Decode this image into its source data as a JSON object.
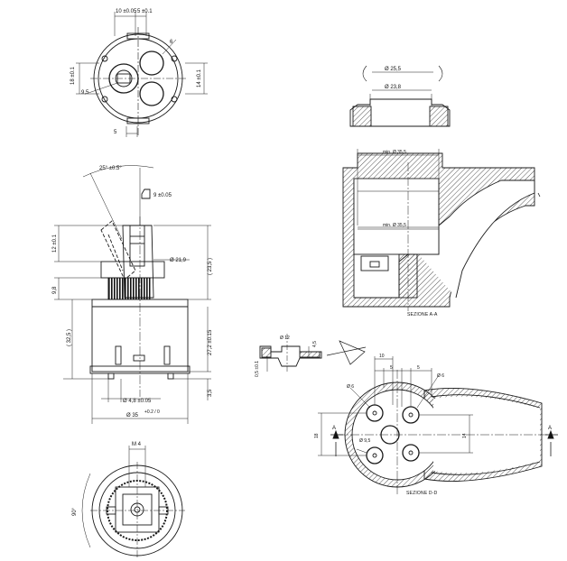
{
  "dims": {
    "top_w10": "10 ±0.05",
    "top_w5": "5 ±0.1",
    "top_r6": "6",
    "top_h18": "18 ±0.1",
    "top_r95": "9,5",
    "top_h14": "14 ±0.1",
    "top_b5": "5",
    "angle": "25° ±0.5°",
    "stem9": "9 ±0.05",
    "h12": "12 ±0.1",
    "d219": "Ø 21,9",
    "h235": "( 23,5 )",
    "h98": "9,8",
    "h325": "( 32,5 )",
    "h272": "27,2 ±0.15",
    "d48": "Ø 4,8 ±0.05",
    "h35": "3,5",
    "d35": "Ø 35",
    "d35tol": "+0.2 / 0",
    "m4": "M 4",
    "a90": "90°",
    "ring_d255": "Ø 25,5",
    "ring_d238": "Ø 23,8",
    "min1": "min. Ø 35,5",
    "min2": "min. Ø 35,5",
    "sec_d12": "Ø 12",
    "sec_h45": "4,5",
    "sec_h05": "0,5 ±0.1",
    "sec_w10": "10",
    "sec_w5l": "5",
    "sec_w5r": "5",
    "sec_d6": "Ø 6",
    "sec_d6b": "Ø 6",
    "sec_h18": "18",
    "sec_h14": "14",
    "sec_d95": "Ø 9,5",
    "cut_a_left": "A",
    "cut_a_right": "A"
  },
  "labels": {
    "section_aa": "SEZIONE A-A",
    "section_dd": "SEZIONE D-D"
  },
  "colors": {
    "line": "#1a1a1a",
    "hatch": "#555555"
  }
}
